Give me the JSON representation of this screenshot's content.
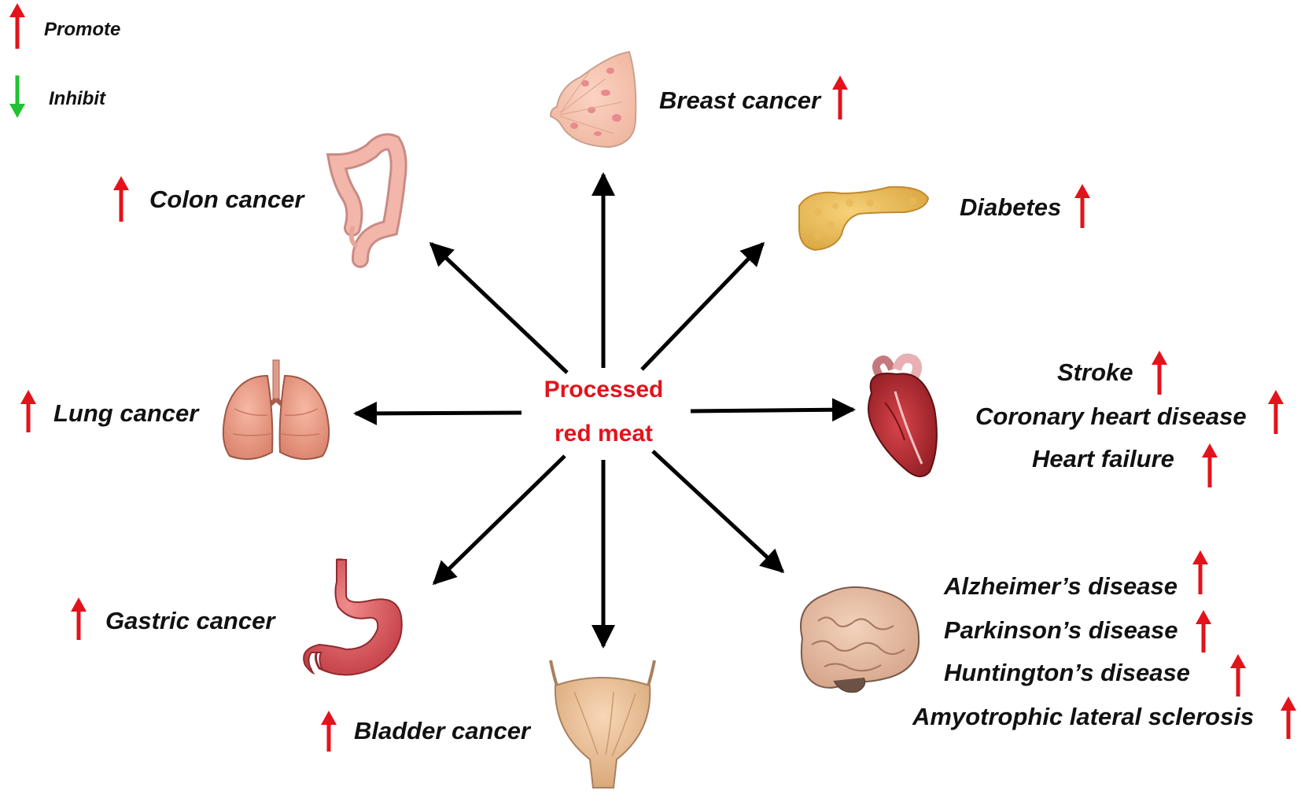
{
  "legend": {
    "promote": {
      "label": "Promote",
      "color": "#e3131b",
      "icon": "up-arrow-icon"
    },
    "inhibit": {
      "label": "Inhibit",
      "color": "#22c232",
      "icon": "down-arrow-icon"
    }
  },
  "center": {
    "line1": "Processed",
    "line2": "red meat",
    "color": "#e3131b"
  },
  "outcomes": {
    "breast": {
      "label": "Breast cancer",
      "effect": "promote",
      "organ": "breast-icon"
    },
    "colon": {
      "label": "Colon cancer",
      "effect": "promote",
      "organ": "colon-icon"
    },
    "diabetes": {
      "label": "Diabetes",
      "effect": "promote",
      "organ": "pancreas-icon"
    },
    "lung": {
      "label": "Lung cancer",
      "effect": "promote",
      "organ": "lungs-icon"
    },
    "stroke": {
      "label": "Stroke",
      "effect": "promote",
      "organ": "heart-icon"
    },
    "chd": {
      "label": "Coronary heart disease",
      "effect": "promote",
      "organ": "heart-icon"
    },
    "hf": {
      "label": "Heart failure",
      "effect": "promote",
      "organ": "heart-icon"
    },
    "gastric": {
      "label": "Gastric cancer",
      "effect": "promote",
      "organ": "stomach-icon"
    },
    "bladder": {
      "label": "Bladder cancer",
      "effect": "promote",
      "organ": "bladder-icon"
    },
    "alz": {
      "label": "Alzheimer’s disease",
      "effect": "promote",
      "organ": "brain-icon"
    },
    "park": {
      "label": "Parkinson’s disease",
      "effect": "promote",
      "organ": "brain-icon"
    },
    "hunt": {
      "label": "Huntington’s disease",
      "effect": "promote",
      "organ": "brain-icon"
    },
    "als": {
      "label": "Amyotrophic lateral sclerosis",
      "effect": "promote",
      "organ": "brain-icon"
    }
  },
  "colors": {
    "arrow": "#000000",
    "promote": "#e3131b",
    "inhibit": "#22c232"
  }
}
